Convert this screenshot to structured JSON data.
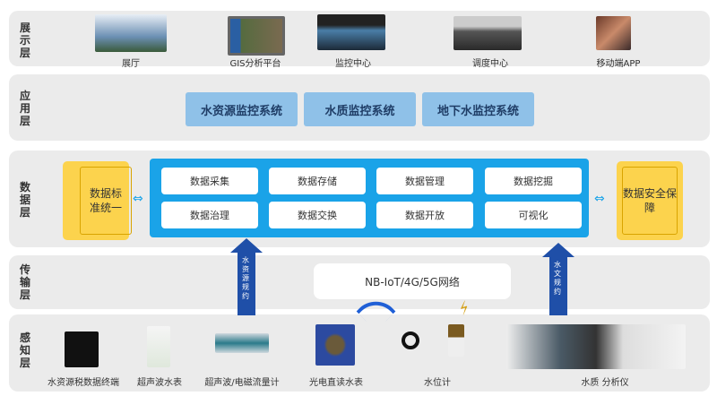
{
  "layers": {
    "display": "展示层",
    "application": "应用层",
    "data": "数据层",
    "transport": "传输层",
    "perception": "感知层"
  },
  "display_items": [
    "展厅",
    "GIS分析平台",
    "监控中心",
    "调度中心",
    "移动端APP"
  ],
  "applications": [
    "水资源监控系统",
    "水质监控系统",
    "地下水监控系统"
  ],
  "data_functions": [
    "数据采集",
    "数据存储",
    "数据管理",
    "数据挖掘",
    "数据治理",
    "数据交换",
    "数据开放",
    "可视化"
  ],
  "data_left": "数据标准统一",
  "data_right": "数据安全保障",
  "network": "NB-IoT/4G/5G网络",
  "arrow_left": "水资源规约",
  "arrow_right": "水文规约",
  "devices": [
    "水资源税数据终端",
    "超声波水表",
    "超声波/电磁流量计",
    "光电直读水表",
    "水位计",
    "水质 分析仪"
  ],
  "colors": {
    "band": "#ebebeb",
    "data_blue": "#1aa3e8",
    "app_blue": "#8fc1e8",
    "yellow": "#fcd34d",
    "arrow": "#1f4fa8"
  }
}
